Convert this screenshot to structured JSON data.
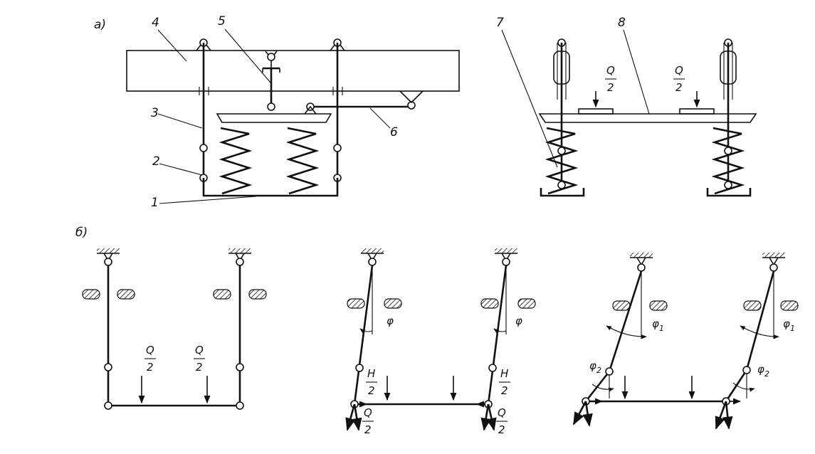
{
  "panel_labels": {
    "a": "а)",
    "b": "б)"
  },
  "part_numbers": {
    "n1": "1",
    "n2": "2",
    "n3": "3",
    "n4": "4",
    "n5": "5",
    "n6": "6",
    "n7": "7",
    "n8": "8"
  },
  "loads": {
    "numerator": "Q",
    "denominator": "2"
  },
  "horizontal_force": {
    "numerator": "H",
    "denominator": "2"
  },
  "angles": {
    "phi": "φ",
    "phi1": "φ",
    "phi1_sub": "1",
    "phi2": "φ",
    "phi2_sub": "2"
  }
}
